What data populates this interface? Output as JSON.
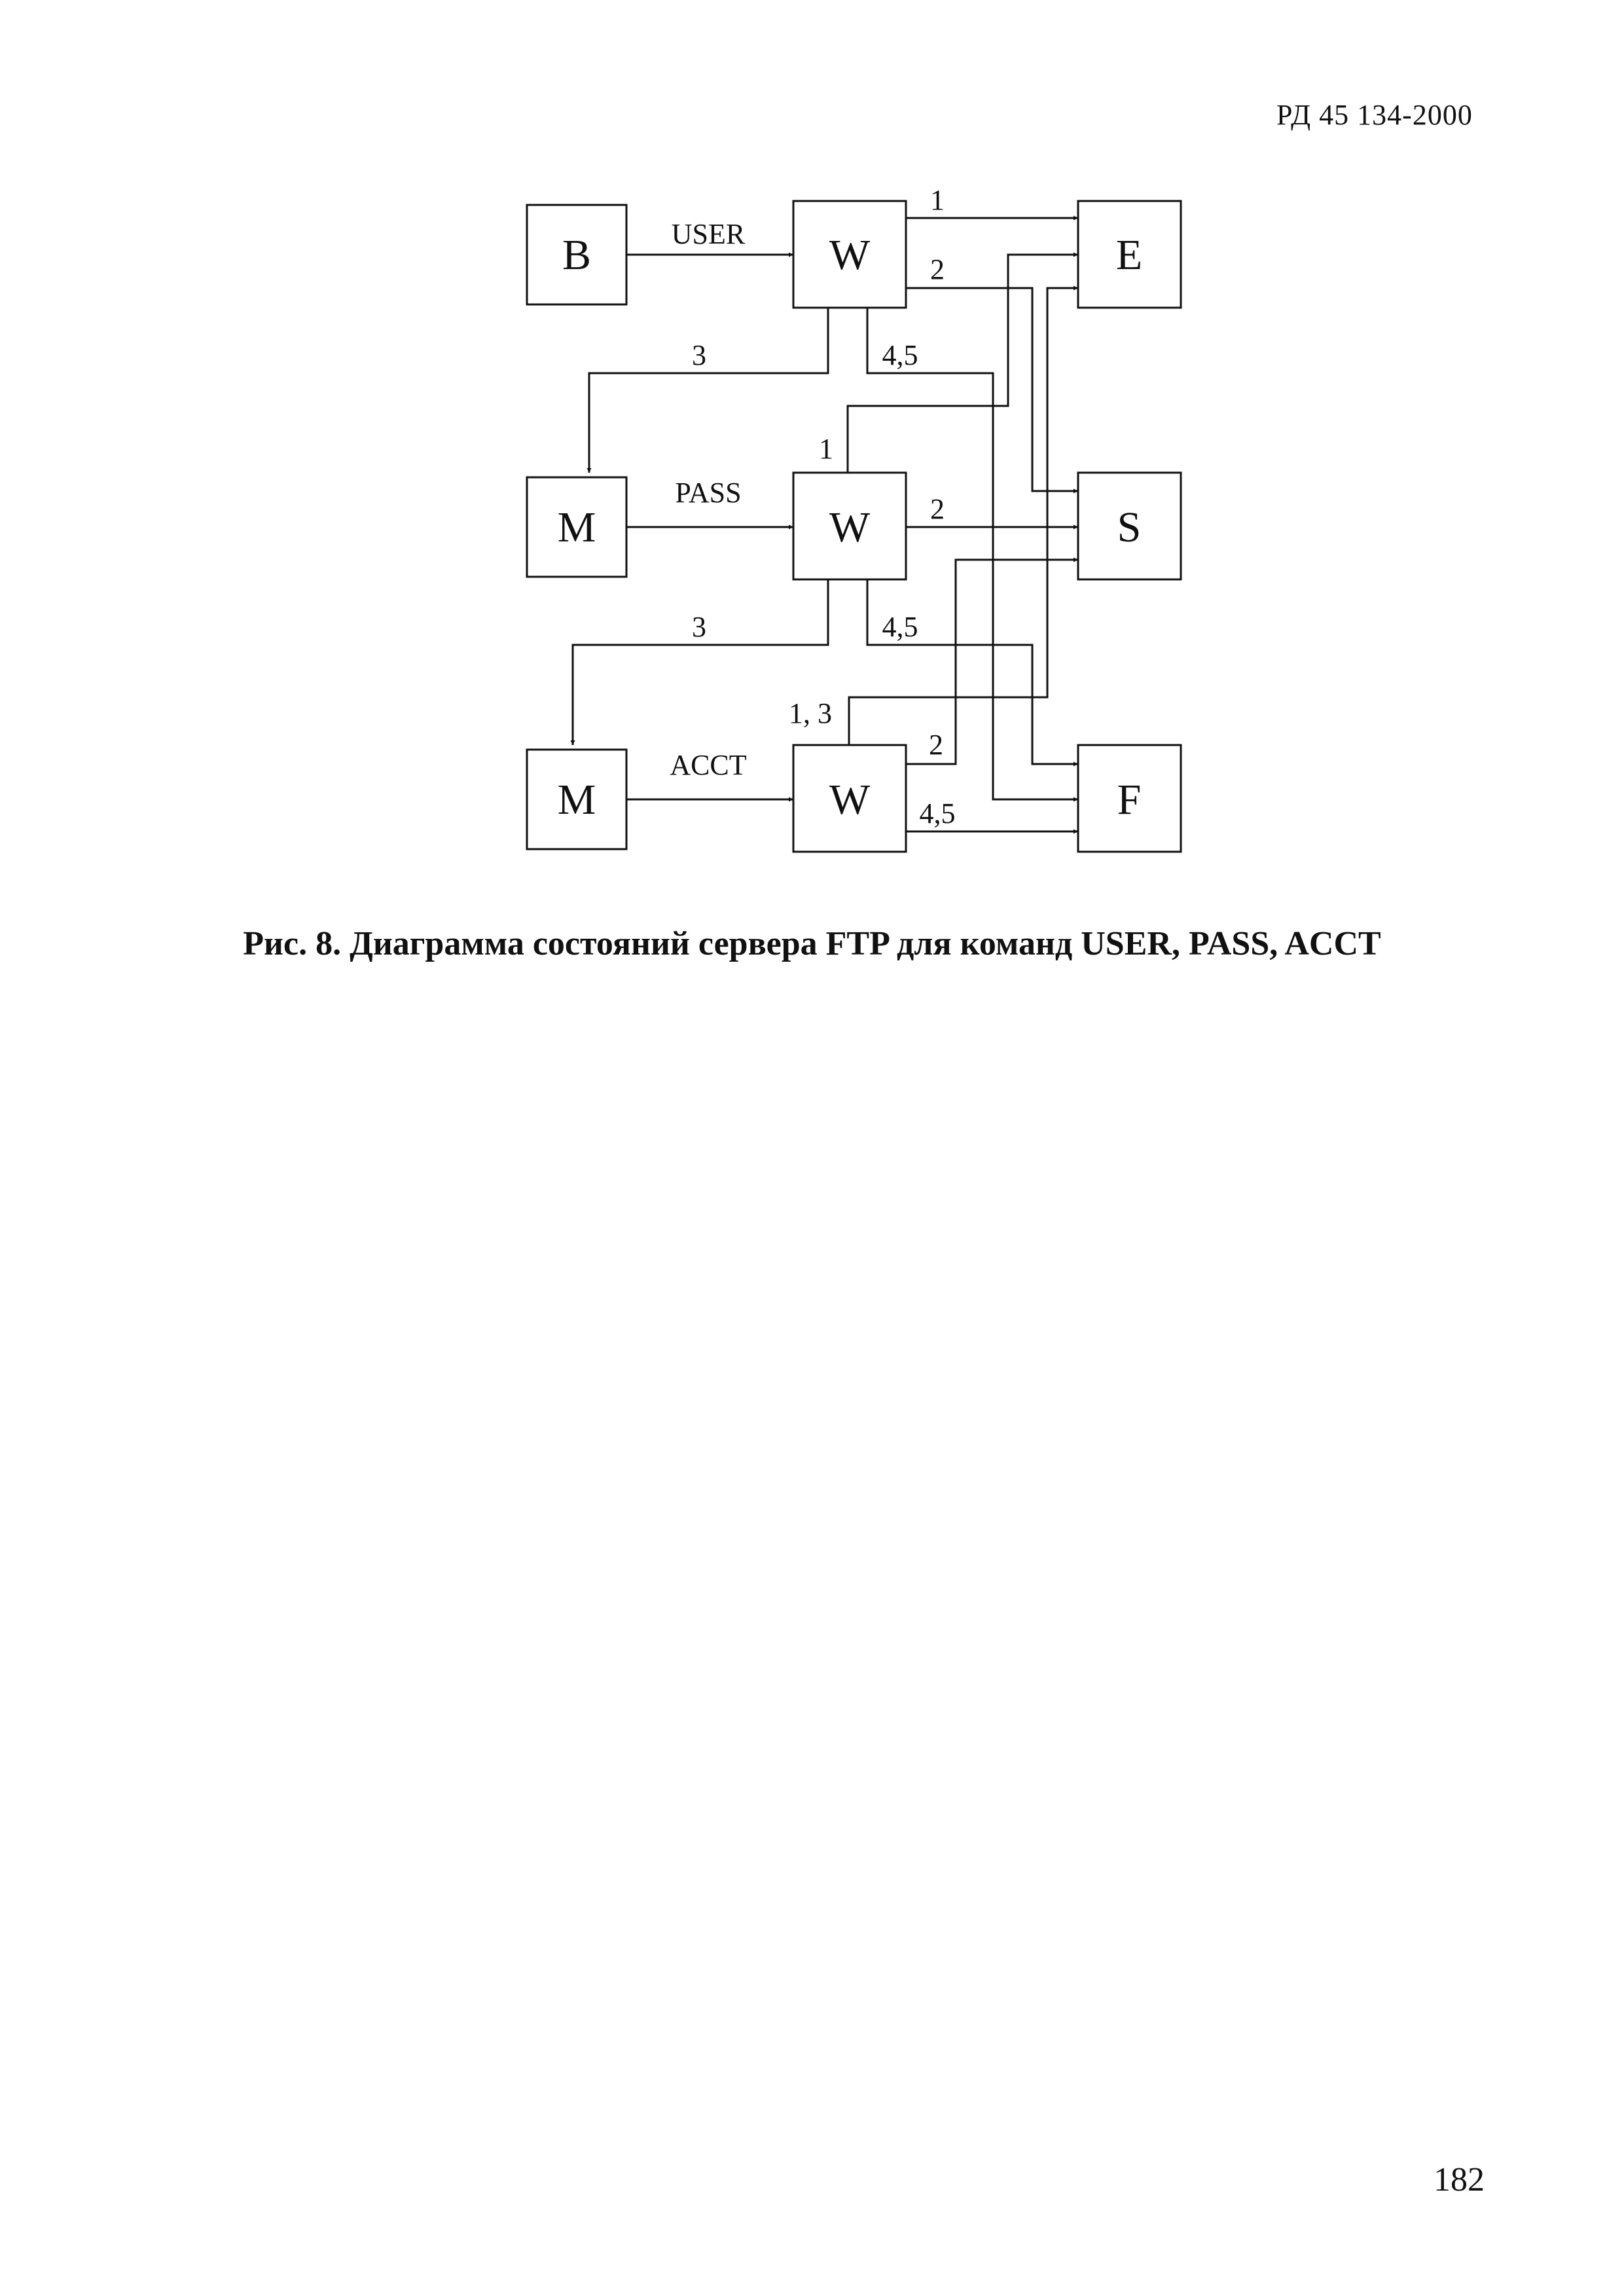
{
  "header": {
    "doc_code": "РД 45 134-2000"
  },
  "diagram": {
    "states": [
      {
        "id": "B",
        "label": "B"
      },
      {
        "id": "W1",
        "label": "W"
      },
      {
        "id": "E",
        "label": "E"
      },
      {
        "id": "M1",
        "label": "M"
      },
      {
        "id": "W2",
        "label": "W"
      },
      {
        "id": "S",
        "label": "S"
      },
      {
        "id": "M2",
        "label": "M"
      },
      {
        "id": "W3",
        "label": "W"
      },
      {
        "id": "F",
        "label": "F"
      }
    ],
    "commands": {
      "user": "USER",
      "pass": "PASS",
      "acct": "ACCT"
    },
    "edge_labels": {
      "w1_e": "1",
      "w1_s": "2",
      "w1_m1": "3",
      "w1_f": "4,5",
      "w2_e": "1",
      "w2_s": "2",
      "w2_m2": "3",
      "w2_f": "4,5",
      "w3_e": "1, 3",
      "w3_s": "2",
      "w3_f": "4,5"
    }
  },
  "caption": "Рис. 8. Диаграмма состояний сервера FTP для команд USER, PASS, ACCT",
  "page_number": "182"
}
